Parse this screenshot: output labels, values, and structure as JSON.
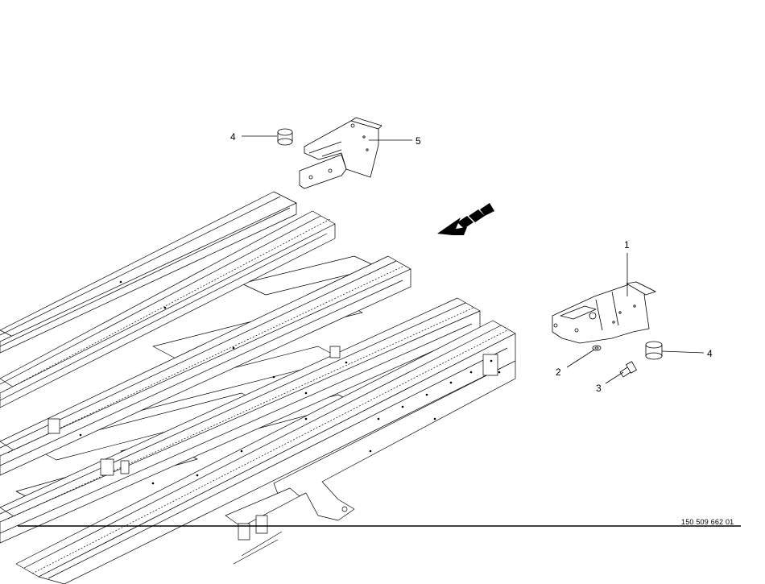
{
  "callouts": {
    "c1": "1",
    "c2": "2",
    "c3": "3",
    "c4a": "4",
    "c4b": "4",
    "c5": "5"
  },
  "document_number": "150 509 662 01",
  "colors": {
    "line": "#000000",
    "background": "#ffffff",
    "arrow": "#000000"
  },
  "icons": {
    "direction": "dashed-arrow-icon"
  }
}
